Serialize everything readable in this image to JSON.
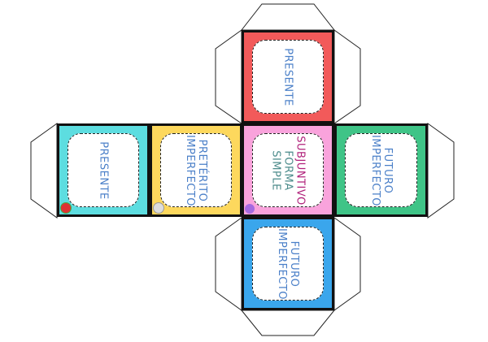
{
  "faces": {
    "top": {
      "label": "PRESENTE",
      "color": "#f25a5a"
    },
    "left": {
      "label": "PRESENTE",
      "color": "#5ddde0"
    },
    "middle_left": {
      "line1": "PRETÉRITO",
      "line2": "IMPERFECTO",
      "color": "#fdd85d"
    },
    "center": {
      "line1": "SUBJUNTIVO",
      "line2": "FORMA",
      "line3": "SIMPLE",
      "color": "#f9a3dc",
      "accent": "#b0207a"
    },
    "right": {
      "line1": "FUTURO",
      "line2": "IMPERFECTO",
      "color": "#3fc487"
    },
    "bottom": {
      "line1": "FUTURO",
      "line2": "IMPERFECTO",
      "color": "#3aa6ec"
    }
  }
}
